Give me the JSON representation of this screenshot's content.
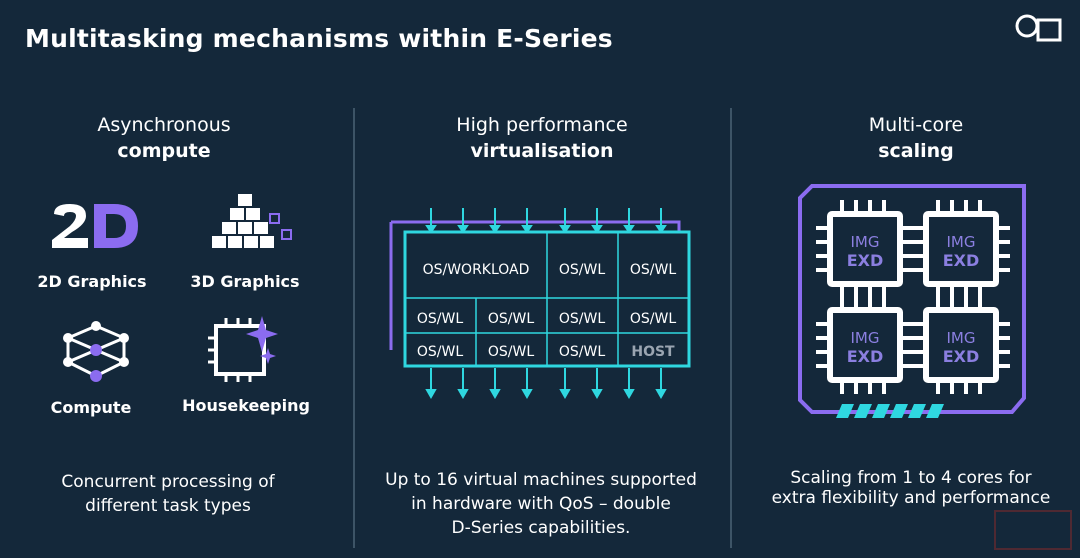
{
  "title": "Multitasking mechanisms within E-Series",
  "columns": [
    {
      "line1": "Asynchronous",
      "line2": "compute",
      "items": [
        {
          "label": "2D Graphics",
          "icon": "2d-graphics-icon"
        },
        {
          "label": "3D Graphics",
          "icon": "3d-cubes-icon"
        },
        {
          "label": "Compute",
          "icon": "compute-network-icon"
        },
        {
          "label": "Housekeeping",
          "icon": "housekeeping-chip-sparkle-icon"
        }
      ],
      "caption_l1": "Concurrent processing of",
      "caption_l2": "different task types"
    },
    {
      "line1": "High performance",
      "line2": "virtualisation",
      "vm_grid": {
        "row1": [
          "OS/WORKLOAD",
          "OS/WL",
          "OS/WL"
        ],
        "row2": [
          "OS/WL",
          "OS/WL",
          "OS/WL",
          "OS/WL"
        ],
        "row3": [
          "OS/WL",
          "OS/WL",
          "OS/WL",
          "HOST"
        ]
      },
      "caption_l1": "Up to 16 virtual machines supported",
      "caption_l2": "in hardware with QoS – double",
      "caption_l3": "D-Series capabilities."
    },
    {
      "line1": "Multi-core",
      "line2": "scaling",
      "chips": [
        {
          "l1": "IMG",
          "l2": "EXD"
        },
        {
          "l1": "IMG",
          "l2": "EXD"
        },
        {
          "l1": "IMG",
          "l2": "EXD"
        },
        {
          "l1": "IMG",
          "l2": "EXD"
        }
      ],
      "caption_l1": "Scaling from 1 to 4 cores for",
      "caption_l2": "extra flexibility and performance"
    }
  ],
  "colors": {
    "background": "#14283a",
    "accent_cyan": "#2fd7e0",
    "accent_purple": "#8b6cf0",
    "divider": "#3d5466"
  }
}
